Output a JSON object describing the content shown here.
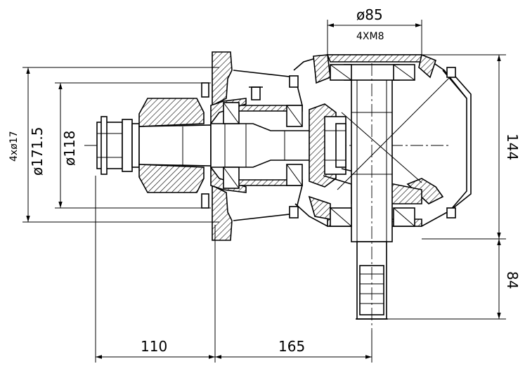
{
  "drawing": {
    "labels": {
      "top_diameter": "ø85",
      "top_thread": "4XM8",
      "left_bolt_holes": "4xø17",
      "left_flange_diameter": "ø171.5",
      "left_pilot_diameter": "ø118",
      "bottom_left_length": "110",
      "bottom_right_length": "165",
      "right_upper_height": "144",
      "right_lower_height": "84"
    }
  }
}
